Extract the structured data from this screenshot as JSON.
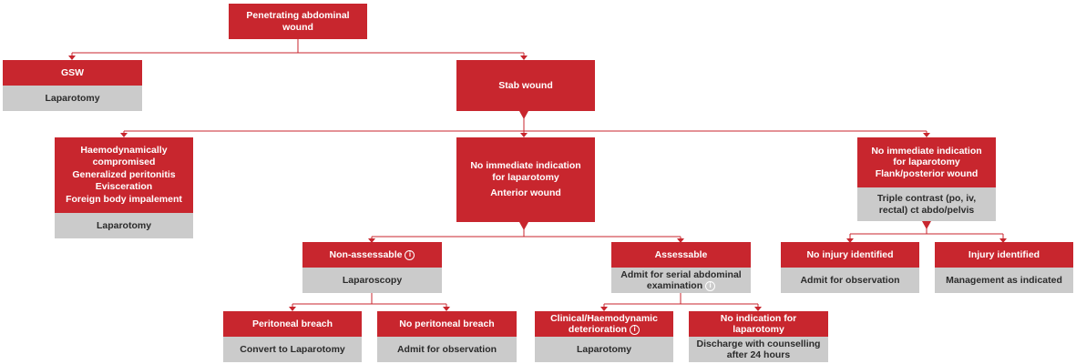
{
  "flowchart": {
    "root": {
      "lines": [
        "Penetrating abdominal",
        "wound"
      ]
    },
    "gsw": {
      "lines": [
        "GSW"
      ],
      "result": "Laparotomy"
    },
    "stab": {
      "lines": [
        "Stab wound"
      ]
    },
    "unstable": {
      "lines": [
        "Haemodynamically",
        "compromised",
        "Generalized peritonitis",
        "Evisceration",
        "Foreign body impalement"
      ],
      "result": "Laparotomy"
    },
    "anterior": {
      "line1": "No immediate indication",
      "line2": "for laparotomy",
      "line3": "Anterior wound"
    },
    "flank": {
      "lines": [
        "No immediate indication",
        "for laparotomy",
        "Flank/posterior wound"
      ],
      "result_lines": [
        "Triple contrast (po, iv,",
        "rectal) ct abdo/pelvis"
      ]
    },
    "nonassessable": {
      "label": "Non-assessable",
      "result": "Laparoscopy"
    },
    "assessable": {
      "label": "Assessable",
      "result_line1": "Admit for serial abdominal",
      "result_line2": "examination"
    },
    "no_injury": {
      "label": "No injury identified",
      "result": "Admit for observation"
    },
    "injury": {
      "label": "Injury identified",
      "result": "Management as indicated"
    },
    "breach": {
      "label": "Peritoneal breach",
      "result": "Convert to Laparotomy"
    },
    "no_breach": {
      "label": "No peritoneal breach",
      "result": "Admit for observation"
    },
    "deterioration": {
      "line1": "Clinical/Haemodynamic",
      "line2": "deterioration",
      "result": "Laparotomy"
    },
    "no_indication": {
      "lines": [
        "No indication for",
        "laparotomy"
      ],
      "result_lines": [
        "Discharge with counselling",
        "after 24 hours"
      ]
    }
  },
  "icons": {
    "info": "i"
  },
  "colors": {
    "header": "#c8262e",
    "result": "#cbcbcb",
    "connector": "#c8262e"
  }
}
